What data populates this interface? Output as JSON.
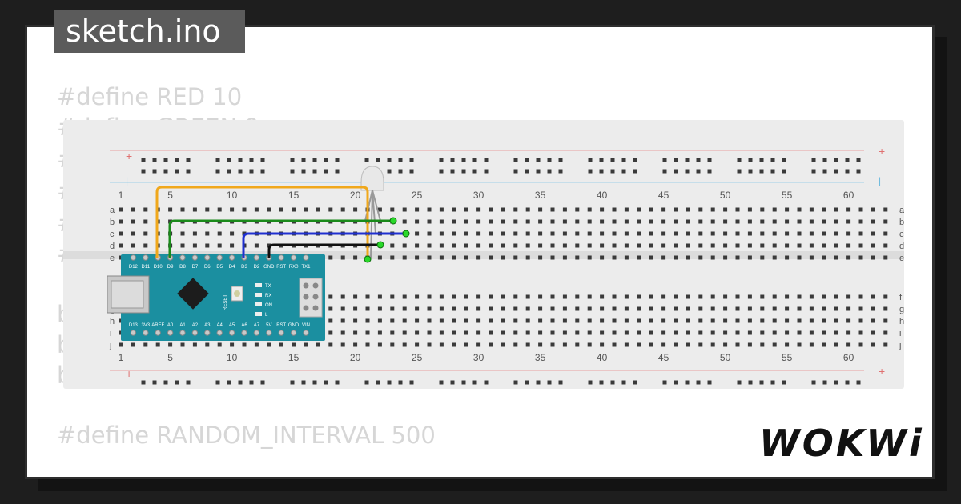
{
  "project": {
    "filename": "sketch.ino"
  },
  "code_lines": [
    "#define RED 10",
    "#define GREEN 9",
    "#",
    "#",
    "#",
    "#",
    "b",
    "b",
    "b",
    "#define RANDOM_INTERVAL 500"
  ],
  "breadboard": {
    "columns": [
      "1",
      "5",
      "10",
      "15",
      "20",
      "25",
      "30",
      "35",
      "40",
      "45",
      "50",
      "55",
      "60"
    ],
    "rows_top": [
      "a",
      "b",
      "c",
      "d",
      "e"
    ],
    "rows_bottom": [
      "f",
      "g",
      "h",
      "i",
      "j"
    ],
    "plus": "+",
    "minus": "|"
  },
  "arduino": {
    "top_pins": [
      "D12",
      "D11",
      "D10",
      "D9",
      "D8",
      "D7",
      "D6",
      "D5",
      "D4",
      "D3",
      "D2",
      "GND",
      "RST",
      "RX0",
      "TX1"
    ],
    "bottom_pins": [
      "D13",
      "3V3",
      "AREF",
      "A0",
      "A1",
      "A2",
      "A3",
      "A4",
      "A5",
      "A6",
      "A7",
      "5V",
      "RST",
      "GND",
      "VIN"
    ],
    "reset_label": "RESET",
    "led_labels": [
      "TX",
      "RX",
      "ON",
      "L"
    ]
  },
  "wires": [
    {
      "name": "orange",
      "color": "#f0a81c"
    },
    {
      "name": "green",
      "color": "#1a8a1a"
    },
    {
      "name": "blue",
      "color": "#1f2fd0"
    },
    {
      "name": "black",
      "color": "#111111"
    }
  ],
  "brand": {
    "logo_text": "WOKWi"
  }
}
